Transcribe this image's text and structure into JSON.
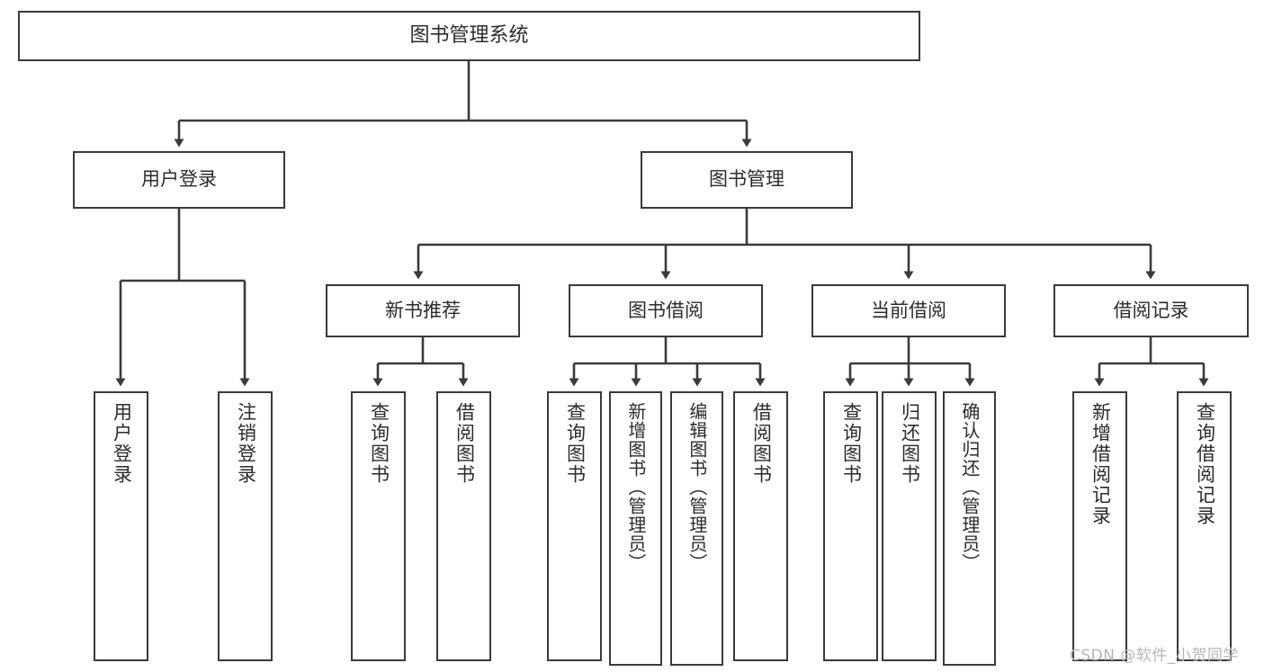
{
  "diagram": {
    "title": "图书管理系统",
    "type": "tree-hierarchy",
    "orientation": "top-down",
    "line_color": "#3a3a3a",
    "box_fill": "#ffffff",
    "text_color": "#2b2b2b"
  },
  "nodes": {
    "root": {
      "label": "图书管理系统",
      "level": 1
    },
    "level2": [
      {
        "id": "user-login",
        "label": "用户登录"
      },
      {
        "id": "book-manage",
        "label": "图书管理"
      }
    ],
    "level3": [
      {
        "id": "new-book-rec",
        "label": "新书推荐",
        "parent": "book-manage"
      },
      {
        "id": "book-borrow",
        "label": "图书借阅",
        "parent": "book-manage"
      },
      {
        "id": "current-borrow",
        "label": "当前借阅",
        "parent": "book-manage"
      },
      {
        "id": "borrow-record",
        "label": "借阅记录",
        "parent": "book-manage"
      }
    ],
    "leaves": {
      "user-login": [
        {
          "id": "leaf-user-login",
          "label": "用户登录"
        },
        {
          "id": "leaf-logout",
          "label": "注销登录"
        }
      ],
      "new-book-rec": [
        {
          "id": "leaf-query-book-1",
          "label": "查询图书"
        },
        {
          "id": "leaf-borrow-book-1",
          "label": "借阅图书"
        }
      ],
      "book-borrow": [
        {
          "id": "leaf-query-book-2",
          "label": "查询图书"
        },
        {
          "id": "leaf-add-book",
          "label": "新增图书（管理员）"
        },
        {
          "id": "leaf-edit-book",
          "label": "编辑图书（管理员）"
        },
        {
          "id": "leaf-borrow-book-2",
          "label": "借阅图书"
        }
      ],
      "current-borrow": [
        {
          "id": "leaf-query-book-3",
          "label": "查询图书"
        },
        {
          "id": "leaf-return-book",
          "label": "归还图书"
        },
        {
          "id": "leaf-confirm-return",
          "label": "确认归还（管理员）"
        }
      ],
      "borrow-record": [
        {
          "id": "leaf-add-record",
          "label": "新增借阅记录"
        },
        {
          "id": "leaf-query-record",
          "label": "查询借阅记录"
        }
      ]
    }
  },
  "watermark": {
    "text": "CSDN @软件_小贺同学"
  }
}
